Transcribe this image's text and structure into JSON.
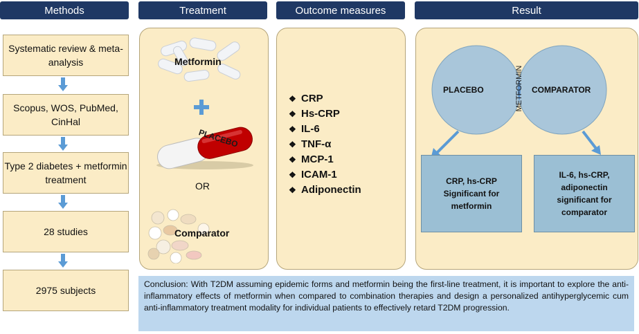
{
  "headers": {
    "methods": "Methods",
    "treatment": "Treatment",
    "outcome": "Outcome measures",
    "result": "Result"
  },
  "methods": [
    "Systematic review & meta-analysis",
    "Scopus, WOS, PubMed, CinHal",
    "Type 2 diabetes + metformin treatment",
    "28 studies",
    "2975 subjects"
  ],
  "treatment": {
    "metformin": "Metformin",
    "placebo_pill": "PLACEBO",
    "or": "OR",
    "comparator": "Comparator"
  },
  "outcomes": [
    "CRP",
    "Hs-CRP",
    "IL-6",
    "TNF-α",
    "MCP-1",
    "ICAM-1",
    "Adiponectin"
  ],
  "result": {
    "placebo": "PLACEBO",
    "metformin": "METFORMIN",
    "comparator": "COMPARATOR",
    "left_box": "CRP, hs-CRP Significant for metformin",
    "right_box": "IL-6, hs-CRP, adiponectin significant for comparator"
  },
  "conclusion": "Conclusion: With T2DM assuming epidemic forms and metformin being the first-line treatment, it is important to explore the anti-inflammatory effects of metformin when compared to combination therapies and design a personalized antihyperglycemic cum anti-inflammatory treatment modality for individual patients to effectively retard T2DM progression.",
  "colors": {
    "header_bg": "#1f3864",
    "panel_bg": "#fbecc6",
    "arrow_blue": "#5b9bd5",
    "result_box": "#9bbfd4",
    "circle": "#a9c6da",
    "conclusion_bg": "#bdd7ee"
  }
}
